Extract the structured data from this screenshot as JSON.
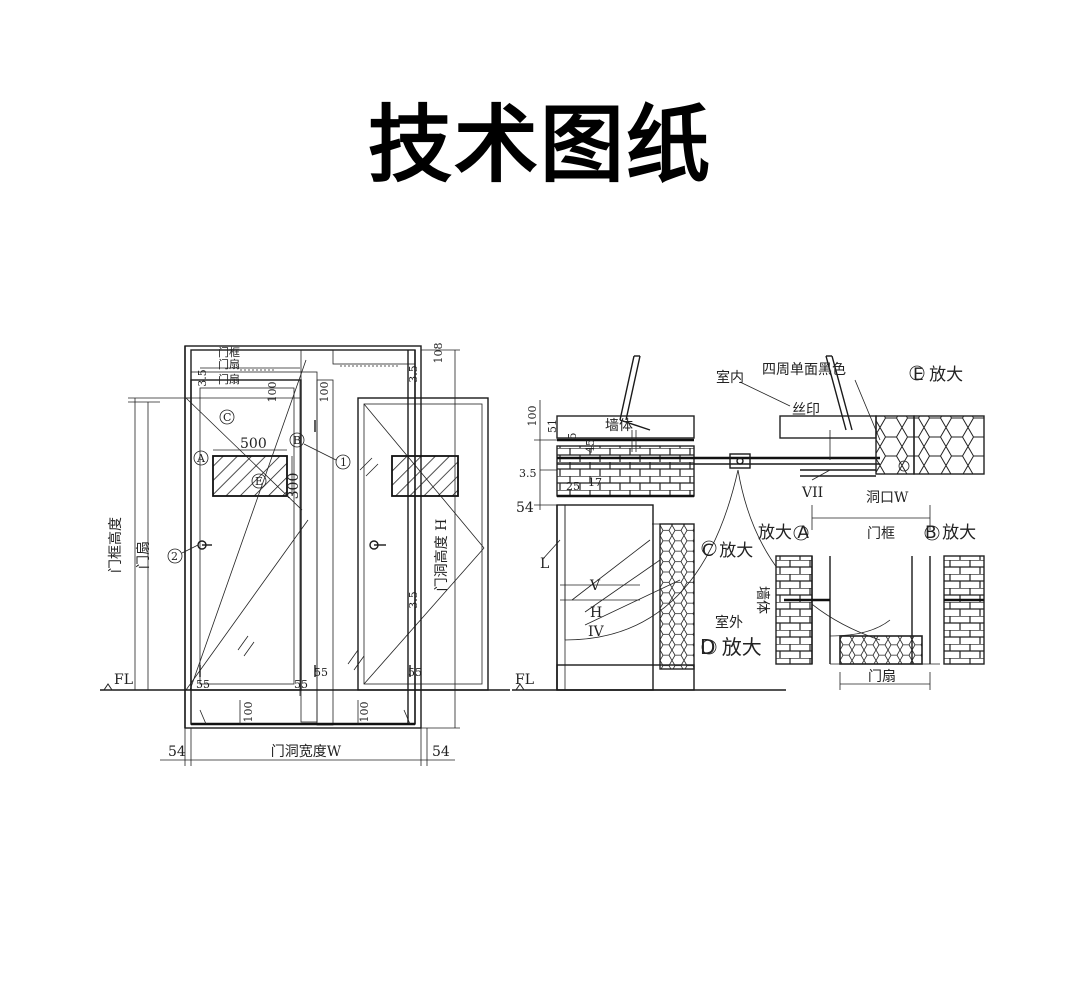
{
  "title": "技术图纸",
  "elevation": {
    "frame_height": "门框高度",
    "leaf_label": "门扇",
    "frame_top": "门框",
    "leaf_top1": "门扇",
    "leaf_top2": "门扇",
    "opening_height": "门洞高度 H",
    "opening_width": "门洞宽度W",
    "floor_left": "FL",
    "dim_54_left": "54",
    "dim_54_right": "54",
    "dim_500": "500",
    "dim_300": "300",
    "dim_108": "108",
    "dim_100_top": "100",
    "dim_100_top2": "100",
    "dim_100_b1": "100",
    "dim_100_b2": "100",
    "dim_3_5_a": "3.5",
    "dim_3_5_b": "3.5",
    "dim_3_5_c": "3.5",
    "dim_55_a": "55",
    "dim_55_b": "55",
    "dim_55_c": "55",
    "dim_55_d": "55",
    "mark_a": "A",
    "mark_b": "B",
    "mark_c": "C",
    "mark_e": "E",
    "mark_1": "1",
    "mark_2": "2"
  },
  "section": {
    "indoor": "室内",
    "silkscreen_edge": "四周单面黑色",
    "enlarge_e": "E 放大",
    "silkscreen": "丝印",
    "wall_top": "墙体",
    "opening_w": "洞口W",
    "vii": "VII",
    "dim_100": "100",
    "dim_51": "51",
    "dim_3_5": "3.5",
    "dim_54": "54",
    "dim_17": "17",
    "dim_25": "25",
    "dim_5": "5",
    "dim_45": "45",
    "floor": "FL",
    "l_mark": "L",
    "v_mark": "V",
    "h_mark": "H",
    "iv_mark": "IV",
    "enlarge_c": "C 放大",
    "outdoor": "室外",
    "enlarge_d": "D 放大",
    "frame": "门框",
    "enlarge_a": "放大 A",
    "enlarge_b": "B 放大",
    "wall_side": "墙体",
    "leaf": "门扇"
  }
}
